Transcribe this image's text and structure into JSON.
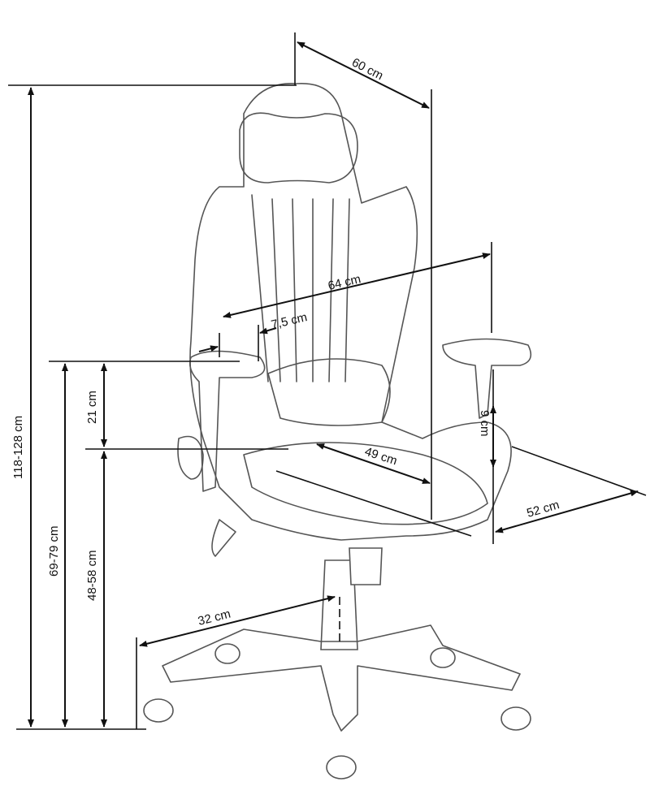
{
  "title": "Gaming chair dimensions",
  "dimensions": {
    "depth_top": "60 cm",
    "width_back": "64 cm",
    "lumbar": "7,5 cm",
    "armrest_height": "21 cm",
    "armrest_adjust": "9 cm",
    "seat_depth": "49 cm",
    "seat_width": "52 cm",
    "total_height": "118-128 cm",
    "armrest_floor": "69-79 cm",
    "seat_height": "48-58 cm",
    "base_radius": "32 cm"
  },
  "colors": {
    "line": "#111111",
    "outline": "#555555"
  }
}
